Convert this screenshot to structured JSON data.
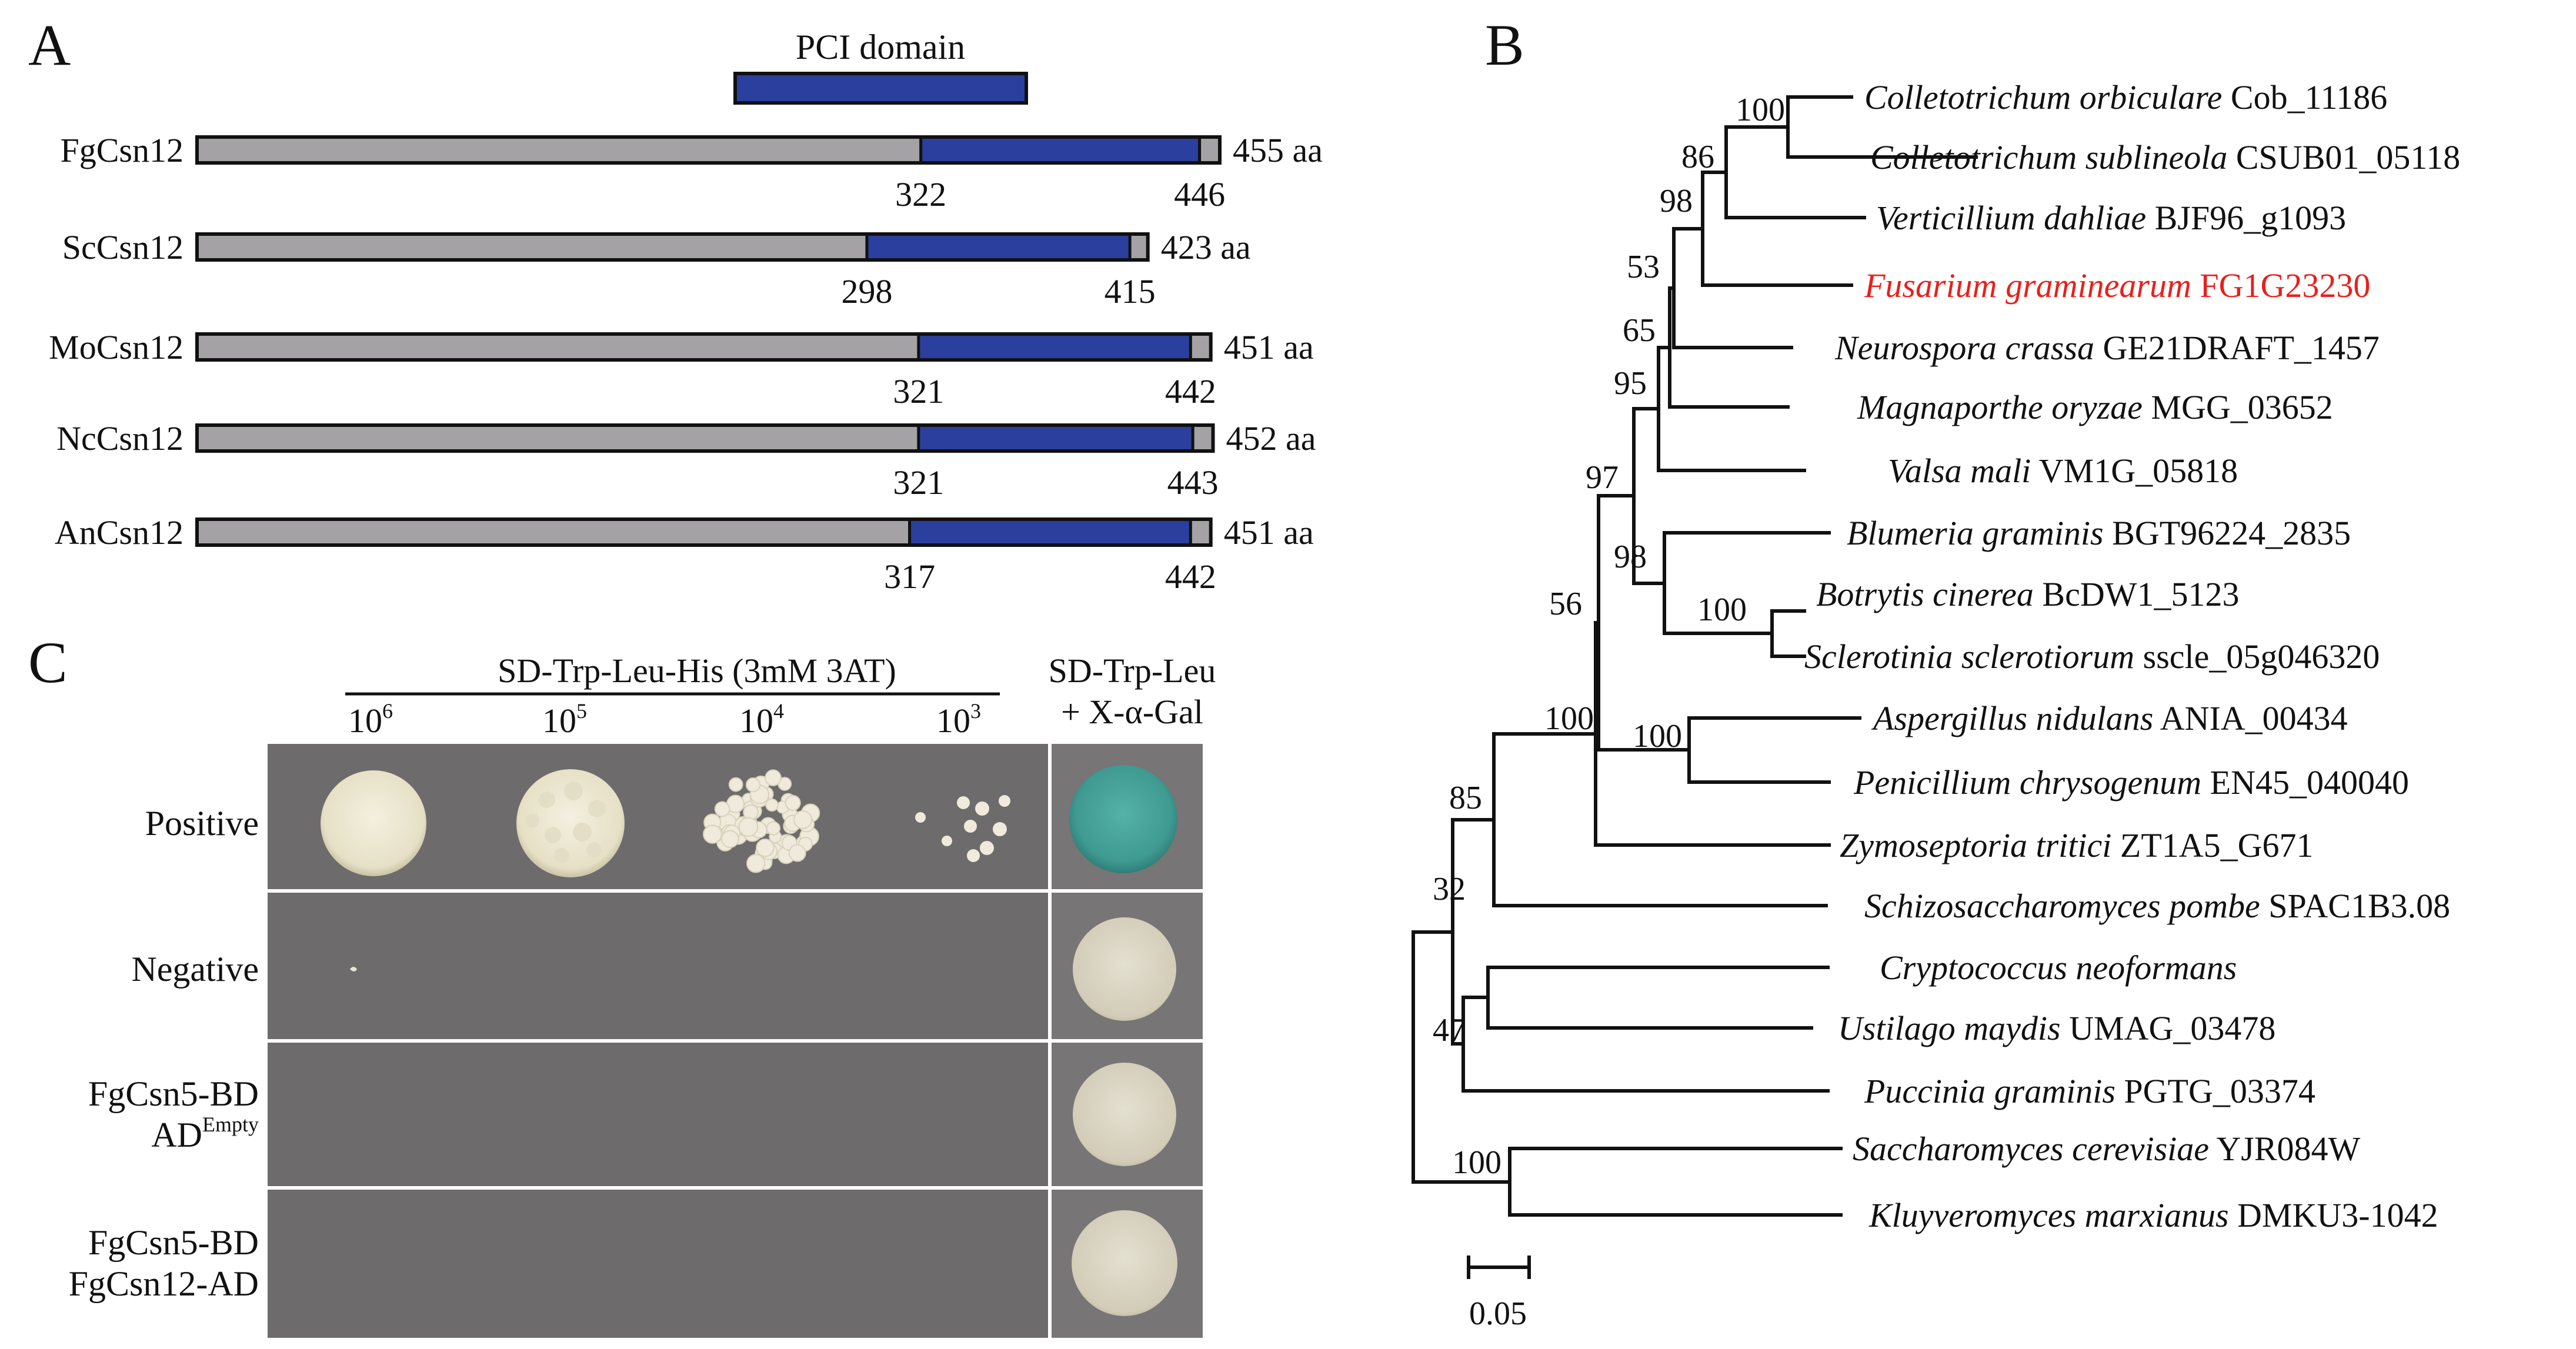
{
  "panelA": {
    "label": "A",
    "domain_label": "PCI domain",
    "colors": {
      "backbone": "#a5a2a5",
      "pci": "#2b3f9e",
      "outline": "#111111"
    },
    "proteins": [
      {
        "name": "FgCsn12",
        "length": 455,
        "length_label": "455 aa",
        "pci_start": 322,
        "pci_end": 446,
        "start_label": "322",
        "end_label": "446"
      },
      {
        "name": "ScCsn12",
        "length": 423,
        "length_label": "423 aa",
        "pci_start": 298,
        "pci_end": 415,
        "start_label": "298",
        "end_label": "415"
      },
      {
        "name": "MoCsn12",
        "length": 451,
        "length_label": "451 aa",
        "pci_start": 321,
        "pci_end": 442,
        "start_label": "321",
        "end_label": "442"
      },
      {
        "name": "NcCsn12",
        "length": 452,
        "length_label": "452 aa",
        "pci_start": 321,
        "pci_end": 443,
        "start_label": "321",
        "end_label": "443"
      },
      {
        "name": "AnCsn12",
        "length": 451,
        "length_label": "451 aa",
        "pci_start": 317,
        "pci_end": 442,
        "start_label": "317",
        "end_label": "442"
      }
    ]
  },
  "panelB": {
    "label": "B",
    "highlight_color": "#e8201c",
    "scale_bar_label": "0.05",
    "taxa": [
      {
        "genus": "Colletotrichum orbiculare",
        "gene": "Cob_11186",
        "highlight": false
      },
      {
        "genus": "Colletotrichum sublineola",
        "gene": "CSUB01_05118",
        "highlight": false
      },
      {
        "genus": "Verticillium dahliae",
        "gene": "BJF96_g1093",
        "highlight": false
      },
      {
        "genus": "Fusarium graminearum",
        "gene": "FG1G23230",
        "highlight": true
      },
      {
        "genus": "Neurospora crassa",
        "gene": "GE21DRAFT_1457",
        "highlight": false
      },
      {
        "genus": "Magnaporthe oryzae",
        "gene": "MGG_03652",
        "highlight": false
      },
      {
        "genus": "Valsa mali",
        "gene": "VM1G_05818",
        "highlight": false
      },
      {
        "genus": "Blumeria graminis",
        "gene": "BGT96224_2835",
        "highlight": false
      },
      {
        "genus": "Botrytis cinerea",
        "gene": "BcDW1_5123",
        "highlight": false
      },
      {
        "genus": "Sclerotinia sclerotiorum",
        "gene": "sscle_05g046320",
        "highlight": false
      },
      {
        "genus": "Aspergillus nidulans",
        "gene": "ANIA_00434",
        "highlight": false
      },
      {
        "genus": "Penicillium chrysogenum",
        "gene": "EN45_040040",
        "highlight": false
      },
      {
        "genus": "Zymoseptoria tritici",
        "gene": "ZT1A5_G671",
        "highlight": false
      },
      {
        "genus": "Schizosaccharomyces pombe",
        "gene": "SPAC1B3.08",
        "highlight": false
      },
      {
        "genus": "Cryptococcus neoformans",
        "gene": "",
        "highlight": false
      },
      {
        "genus": "Ustilago maydis",
        "gene": "UMAG_03478",
        "highlight": false
      },
      {
        "genus": "Puccinia graminis",
        "gene": "PGTG_03374",
        "highlight": false
      },
      {
        "genus": "Saccharomyces cerevisiae",
        "gene": "YJR084W",
        "highlight": false
      },
      {
        "genus": "Kluyveromyces marxianus",
        "gene": "DMKU3-1042",
        "highlight": false
      }
    ],
    "bootstrap_values": [
      "100",
      "86",
      "98",
      "53",
      "65",
      "95",
      "97",
      "98",
      "100",
      "56",
      "100",
      "100",
      "85",
      "32",
      "47",
      "100"
    ]
  },
  "panelC": {
    "label": "C",
    "selective_medium": "SD-Trp-Leu-His  (3mM 3AT)",
    "control_medium_line1": "SD-Trp-Leu",
    "control_medium_line2": "+ X-α-Gal",
    "dilution_base": "10",
    "dilution_exponents": [
      "6",
      "5",
      "4",
      "3"
    ],
    "rows": [
      {
        "line1": "Positive",
        "line2": "",
        "sup": ""
      },
      {
        "line1": "Negative",
        "line2": "",
        "sup": ""
      },
      {
        "line1": "FgCsn5-BD",
        "line2": "AD",
        "sup": "Empty"
      },
      {
        "line1": "FgCsn5-BD",
        "line2": "FgCsn12-AD",
        "sup": ""
      }
    ],
    "colors": {
      "plate": "#6d6b6b",
      "colony": "#f0ecd8",
      "blue_colony": "#3f9a92"
    }
  }
}
